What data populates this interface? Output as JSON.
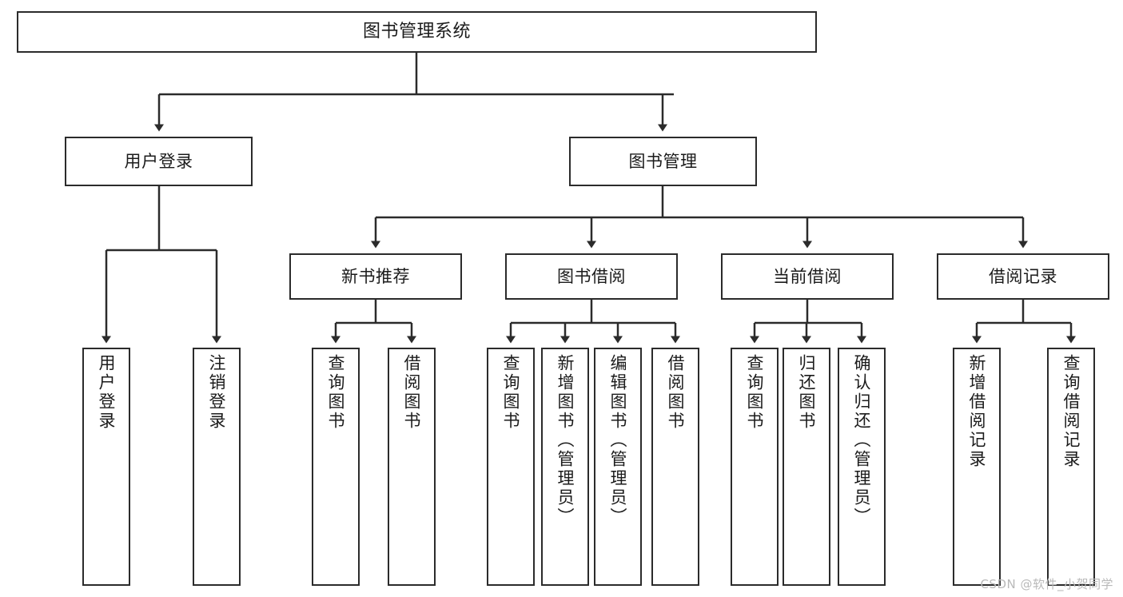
{
  "diagram": {
    "title": "图书管理系统",
    "watermark": "CSDN @软件_小贺同学",
    "levels": {
      "root": {
        "label": "图书管理系统"
      },
      "level2": [
        {
          "label": "用户登录"
        },
        {
          "label": "图书管理"
        }
      ],
      "level3": [
        {
          "label": "新书推荐"
        },
        {
          "label": "图书借阅"
        },
        {
          "label": "当前借阅"
        },
        {
          "label": "借阅记录"
        }
      ],
      "leaves": [
        {
          "label": "用户登录"
        },
        {
          "label": "注销登录"
        },
        {
          "label": "查询图书"
        },
        {
          "label": "借阅图书"
        },
        {
          "label": "查询图书"
        },
        {
          "label": "新增图书（管理员）"
        },
        {
          "label": "编辑图书（管理员）"
        },
        {
          "label": "借阅图书"
        },
        {
          "label": "查询图书"
        },
        {
          "label": "归还图书"
        },
        {
          "label": "确认归还（管理员）"
        },
        {
          "label": "新增借阅记录"
        },
        {
          "label": "查询借阅记录"
        }
      ]
    },
    "colors": {
      "stroke": "#2b2b2b",
      "background": "#ffffff",
      "text": "#1b1b1b",
      "watermark": "#b9b9b9"
    }
  }
}
